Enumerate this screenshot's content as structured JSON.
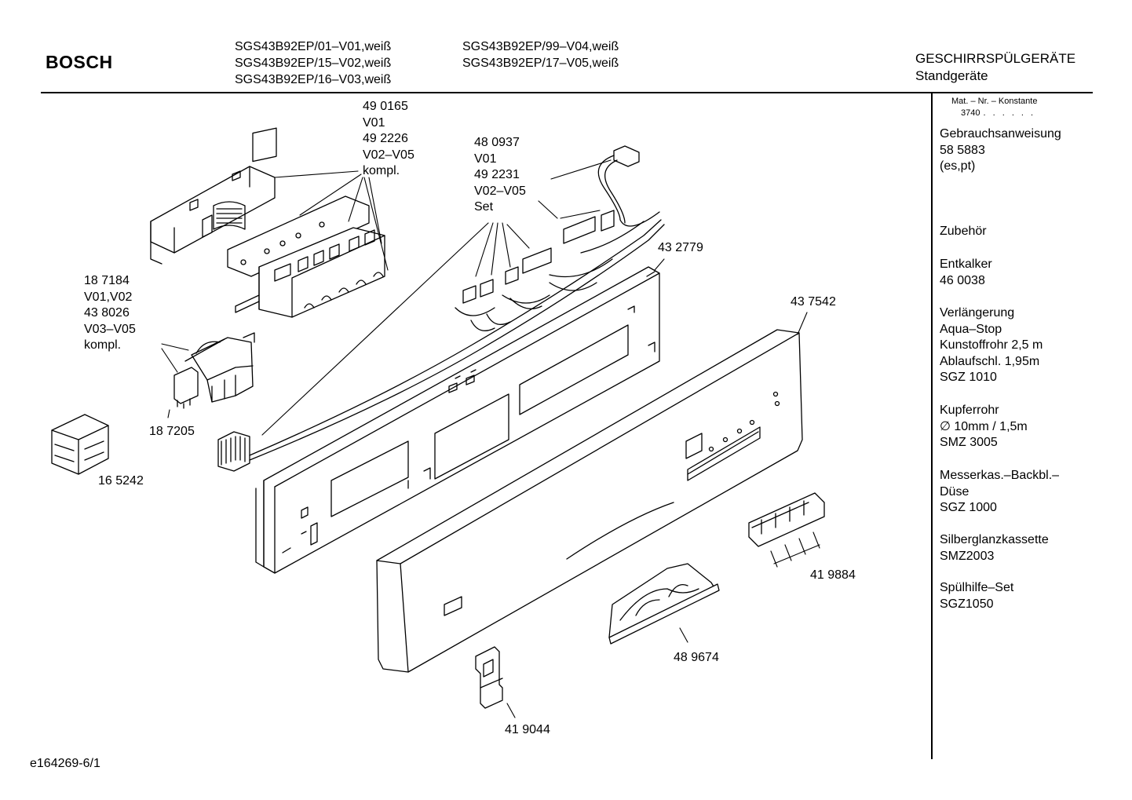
{
  "header": {
    "brand": "BOSCH",
    "models_col1": [
      "SGS43B92EP/01–V01,weiß",
      "SGS43B92EP/15–V02,weiß",
      "SGS43B92EP/16–V03,weiß"
    ],
    "models_col2": [
      "SGS43B92EP/99–V04,weiß",
      "SGS43B92EP/17–V05,weiß"
    ],
    "category": "GESCHIRRSPÜLGERÄTE",
    "subcategory": "Standgeräte"
  },
  "sidebar": {
    "mat_label": "Mat. – Nr. – Konstante",
    "mat_value": "3740",
    "mat_dots": ". . . . . .",
    "blocks": [
      [
        "Gebrauchsanweisung",
        "58 5883",
        "(es,pt)"
      ],
      [
        "Zubehör"
      ],
      [
        "Entkalker",
        "46 0038"
      ],
      [
        "Verlängerung",
        "Aqua–Stop",
        "Kunstoffrohr 2,5 m",
        "Ablaufschl. 1,95m",
        "SGZ 1010"
      ],
      [
        "Kupferrohr",
        "∅ 10mm / 1,5m",
        "SMZ 3005"
      ],
      [
        "Messerkas.–Backbl.–",
        "Düse",
        "SGZ 1000"
      ],
      [
        "Silberglanzkassette",
        "SMZ2003"
      ],
      [
        "Spülhilfe–Set",
        "SGZ1050"
      ]
    ]
  },
  "parts": {
    "p490165": [
      "49 0165",
      "V01",
      "49 2226",
      "V02–V05",
      "kompl."
    ],
    "p480937": [
      "48 0937",
      "V01",
      "49 2231",
      "V02–V05",
      "Set"
    ],
    "p187184": [
      "18 7184",
      "V01,V02",
      "43 8026",
      "V03–V05",
      "kompl."
    ],
    "p432779": "43 2779",
    "p437542": "43 7542",
    "p187205": "18 7205",
    "p165242": "16 5242",
    "p419884": "41 9884",
    "p489674": "48 9674",
    "p419044": "41 9044"
  },
  "footer": {
    "code": "e164269-6/1"
  }
}
